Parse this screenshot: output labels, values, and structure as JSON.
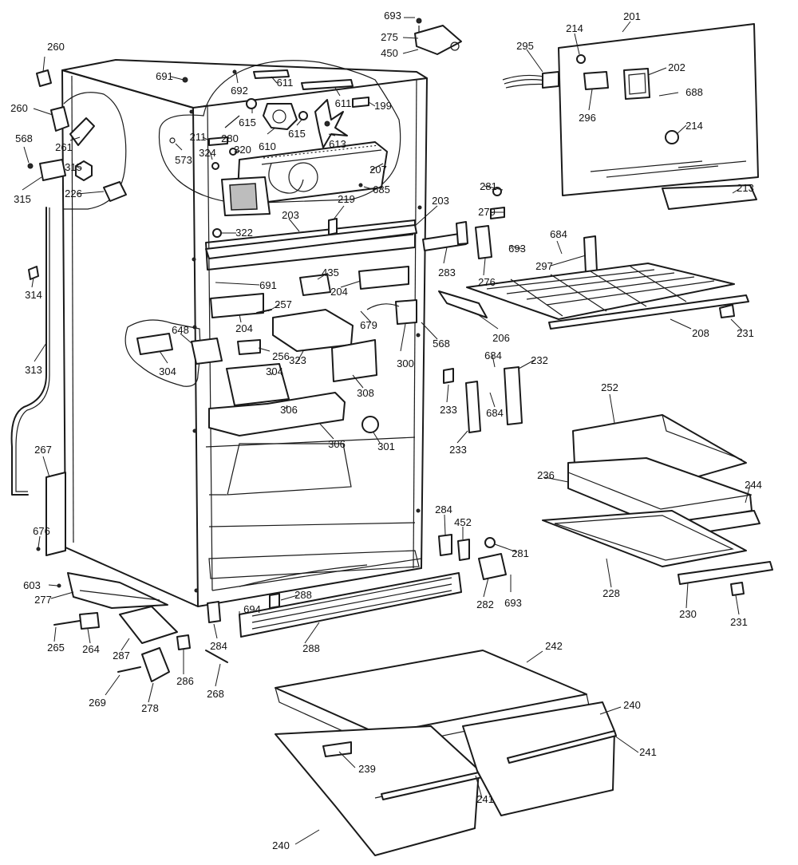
{
  "callouts": [
    {
      "text": "693"
    },
    {
      "text": "275"
    },
    {
      "text": "450"
    },
    {
      "text": "214"
    },
    {
      "text": "201"
    },
    {
      "text": "295"
    },
    {
      "text": "202"
    },
    {
      "text": "688"
    },
    {
      "text": "296"
    },
    {
      "text": "214"
    },
    {
      "text": "213"
    },
    {
      "text": "260"
    },
    {
      "text": "260"
    },
    {
      "text": "691"
    },
    {
      "text": "692"
    },
    {
      "text": "611"
    },
    {
      "text": "611"
    },
    {
      "text": "199"
    },
    {
      "text": "615"
    },
    {
      "text": "615"
    },
    {
      "text": "610"
    },
    {
      "text": "613"
    },
    {
      "text": "261"
    },
    {
      "text": "568"
    },
    {
      "text": "315"
    },
    {
      "text": "315"
    },
    {
      "text": "226"
    },
    {
      "text": "211"
    },
    {
      "text": "280"
    },
    {
      "text": "324"
    },
    {
      "text": "320"
    },
    {
      "text": "573"
    },
    {
      "text": "207"
    },
    {
      "text": "685"
    },
    {
      "text": "281"
    },
    {
      "text": "279"
    },
    {
      "text": "203"
    },
    {
      "text": "203"
    },
    {
      "text": "219"
    },
    {
      "text": "322"
    },
    {
      "text": "693"
    },
    {
      "text": "684"
    },
    {
      "text": "297"
    },
    {
      "text": "283"
    },
    {
      "text": "276"
    },
    {
      "text": "314"
    },
    {
      "text": "435"
    },
    {
      "text": "691"
    },
    {
      "text": "204"
    },
    {
      "text": "257"
    },
    {
      "text": "204"
    },
    {
      "text": "679"
    },
    {
      "text": "568"
    },
    {
      "text": "206"
    },
    {
      "text": "208"
    },
    {
      "text": "231"
    },
    {
      "text": "313"
    },
    {
      "text": "648"
    },
    {
      "text": "256"
    },
    {
      "text": "323"
    },
    {
      "text": "300"
    },
    {
      "text": "304"
    },
    {
      "text": "304"
    },
    {
      "text": "308"
    },
    {
      "text": "684"
    },
    {
      "text": "232"
    },
    {
      "text": "233"
    },
    {
      "text": "684"
    },
    {
      "text": "252"
    },
    {
      "text": "306"
    },
    {
      "text": "306"
    },
    {
      "text": "301"
    },
    {
      "text": "233"
    },
    {
      "text": "267"
    },
    {
      "text": "236"
    },
    {
      "text": "244"
    },
    {
      "text": "284"
    },
    {
      "text": "452"
    },
    {
      "text": "676"
    },
    {
      "text": "281"
    },
    {
      "text": "228"
    },
    {
      "text": "603"
    },
    {
      "text": "277"
    },
    {
      "text": "288"
    },
    {
      "text": "694"
    },
    {
      "text": "282"
    },
    {
      "text": "693"
    },
    {
      "text": "230"
    },
    {
      "text": "231"
    },
    {
      "text": "265"
    },
    {
      "text": "264"
    },
    {
      "text": "287"
    },
    {
      "text": "284"
    },
    {
      "text": "288"
    },
    {
      "text": "286"
    },
    {
      "text": "268"
    },
    {
      "text": "242"
    },
    {
      "text": "269"
    },
    {
      "text": "278"
    },
    {
      "text": "240"
    },
    {
      "text": "241"
    },
    {
      "text": "239"
    },
    {
      "text": "241"
    },
    {
      "text": "240"
    }
  ]
}
